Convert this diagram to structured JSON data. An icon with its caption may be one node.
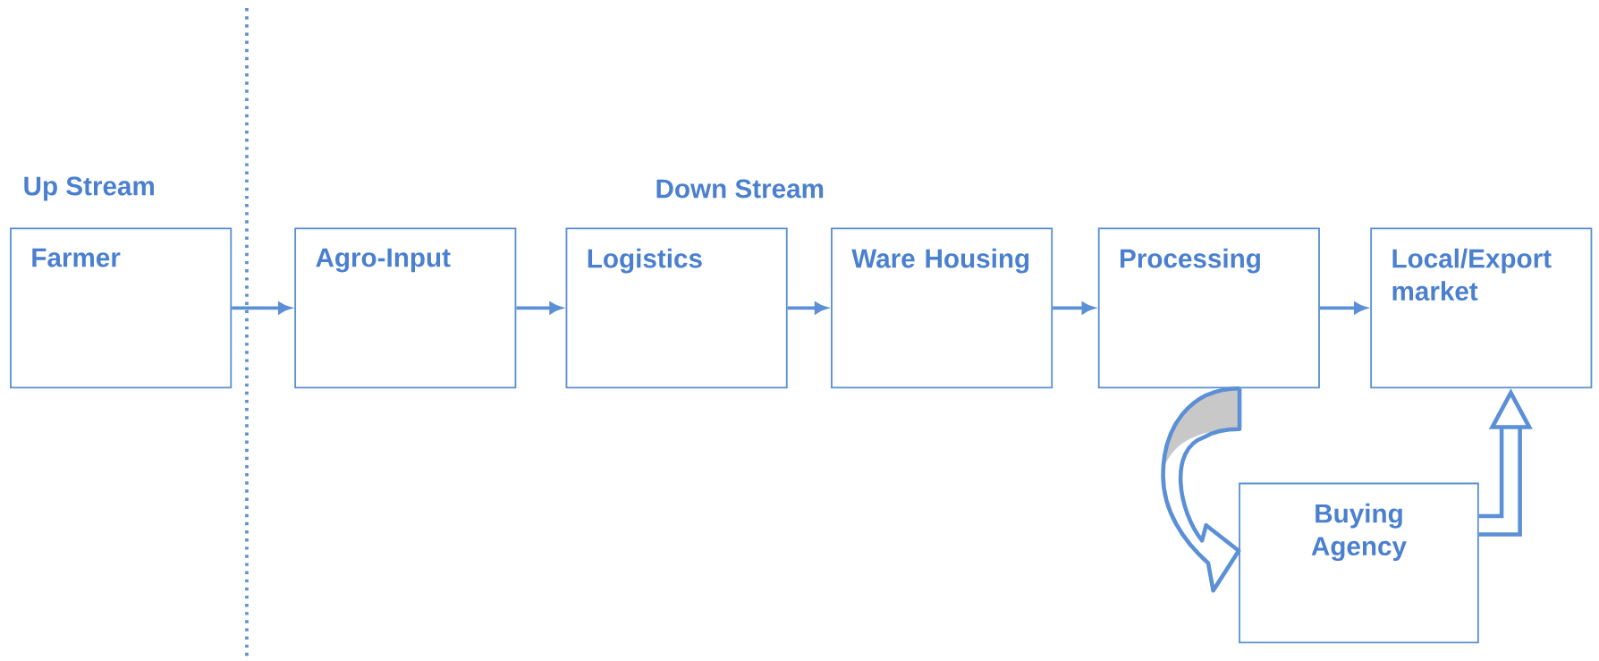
{
  "diagram": {
    "nodes": [
      {
        "text": [
          "Farmer"
        ]
      },
      {
        "text": [
          "Agro-Input"
        ]
      },
      {
        "text": [
          "Logistics"
        ]
      },
      {
        "text": [
          "Ware Housing"
        ]
      },
      {
        "text": [
          "Processing"
        ]
      },
      {
        "text": [
          "Local/Export market"
        ]
      },
      {
        "text": [
          "Buying Agency"
        ]
      }
    ],
    "edges": [
      {
        "from": 0,
        "to": 1,
        "arrow": "to"
      },
      {
        "from": 1,
        "to": 2,
        "arrow": "to"
      },
      {
        "from": 2,
        "to": 3,
        "arrow": "to"
      },
      {
        "from": 3,
        "to": 4,
        "arrow": "to"
      },
      {
        "from": 4,
        "to": 5,
        "arrow": "to"
      },
      {
        "from": 4,
        "to": 6,
        "arrow": "to",
        "style": "thick"
      },
      {
        "from": 6,
        "to": 5,
        "arrow": "to",
        "style": "thick"
      }
    ],
    "labels": [
      "Up Stream",
      "Down Stream"
    ]
  }
}
